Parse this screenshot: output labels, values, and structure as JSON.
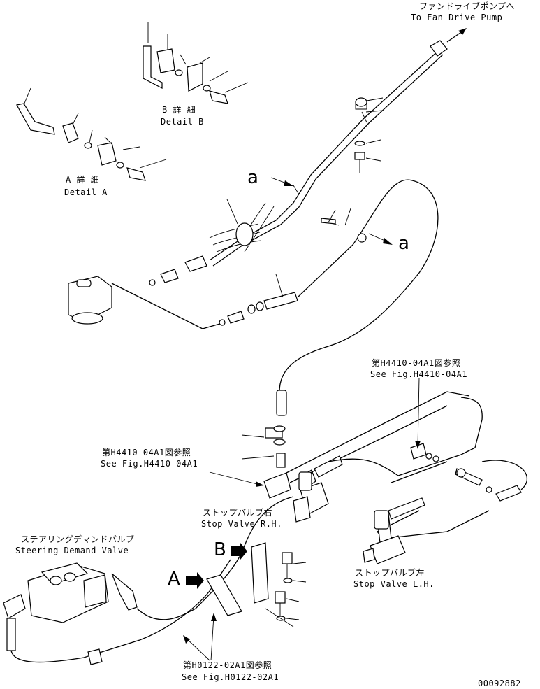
{
  "labels": {
    "fan_jp": "ファンドライブポンプへ",
    "fan_en": "To Fan Drive Pump",
    "detail_b_jp": "B 詳 細",
    "detail_b_en": "Detail B",
    "detail_a_jp": "A 詳 細",
    "detail_a_en": "Detail A",
    "a_upper": "a",
    "a_right": "a",
    "ref_h4410_right_jp": "第H4410-04A1図参照",
    "ref_h4410_right_en": "See Fig.H4410-04A1",
    "ref_h4410_left_jp": "第H4410-04A1図参照",
    "ref_h4410_left_en": "See Fig.H4410-04A1",
    "stop_rh_jp": "ストップバルブ右",
    "stop_rh_en": "Stop Valve R.H.",
    "stop_lh_jp": "ストップバルブ左",
    "stop_lh_en": "Stop Valve L.H.",
    "steer_jp": "ステアリングデマンドバルブ",
    "steer_en": "Steering Demand Valve",
    "view_a": "A",
    "view_b": "B",
    "ref_h0122_jp": "第H0122-02A1図参照",
    "ref_h0122_en": "See Fig.H0122-02A1",
    "drawing_no": "00092882"
  }
}
